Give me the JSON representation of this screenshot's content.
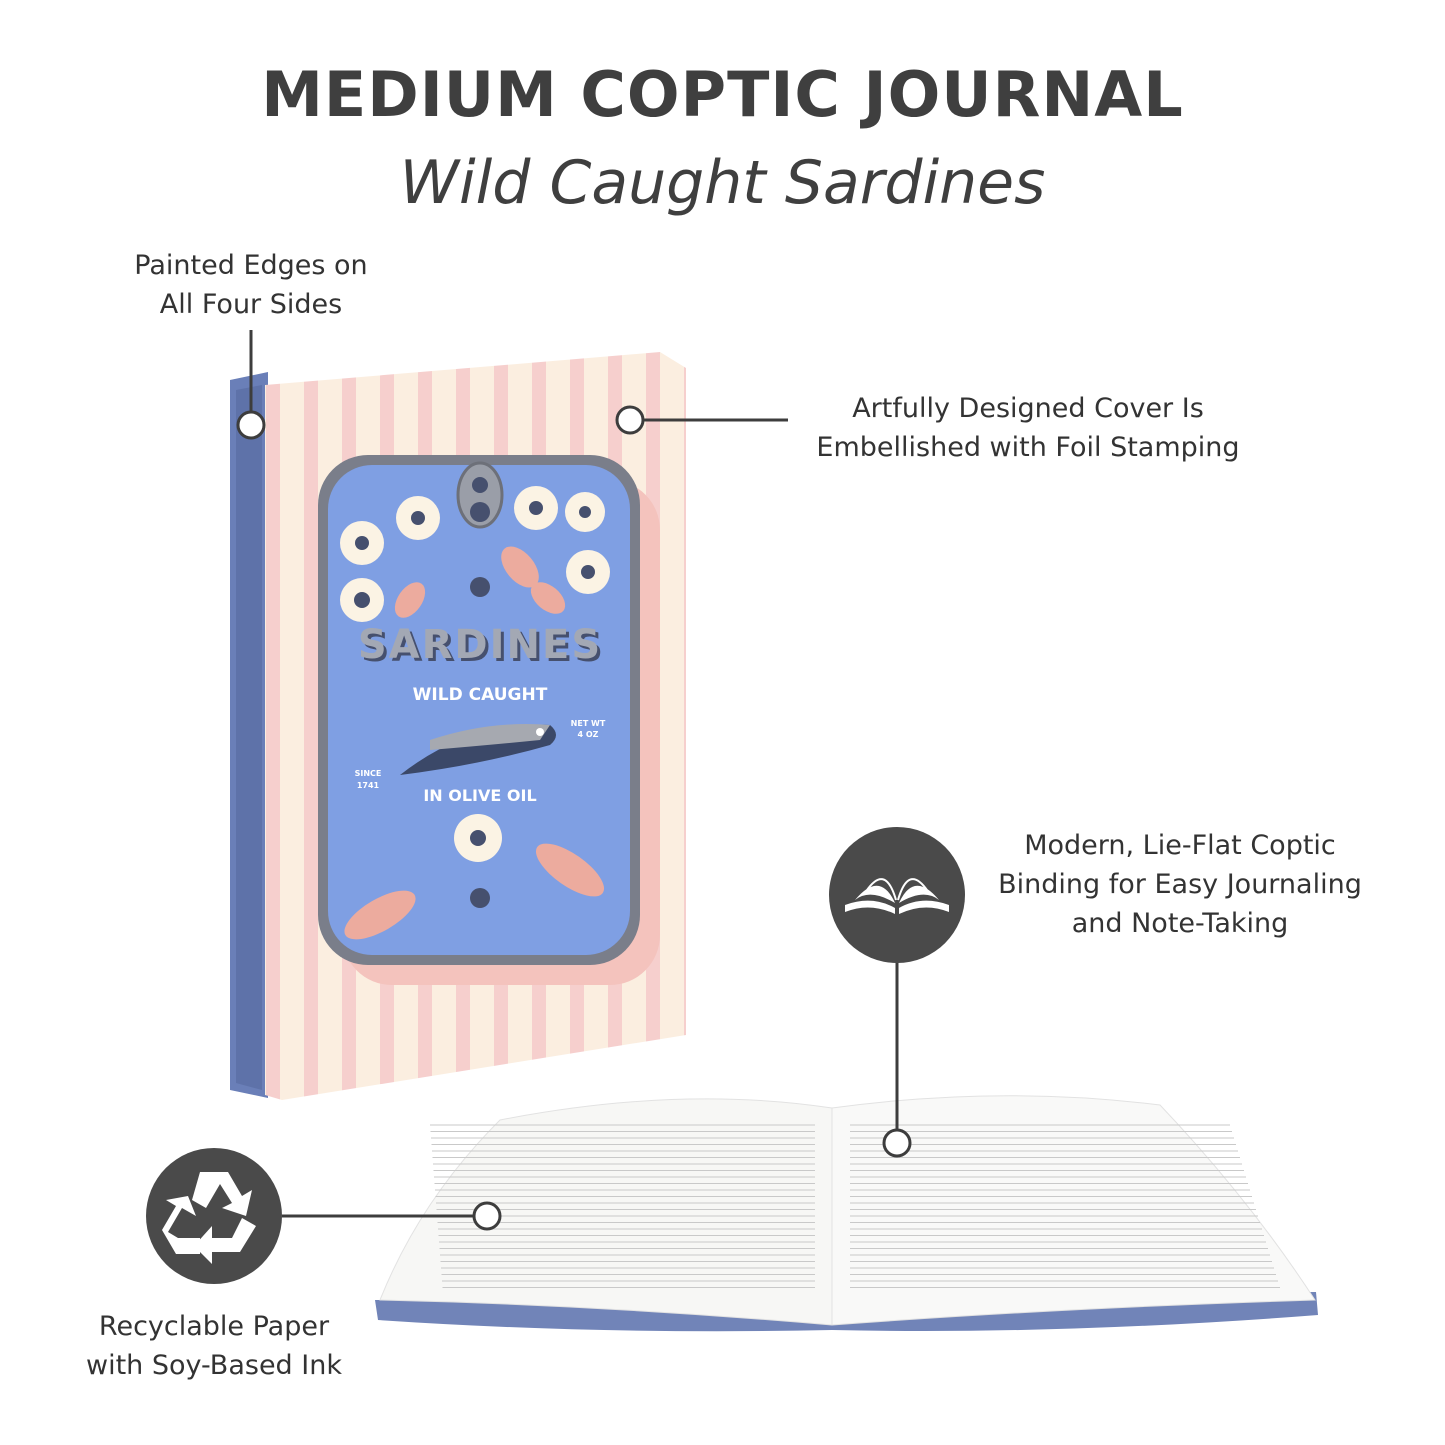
{
  "header": {
    "title": "MEDIUM COPTIC JOURNAL",
    "subtitle": "Wild Caught Sardines"
  },
  "features": [
    {
      "line1": "Painted Edges on",
      "line2": "All Four Sides"
    },
    {
      "line1": "Artfully Designed Cover Is",
      "line2": "Embellished with Foil Stamping"
    },
    {
      "line1": "Modern, Lie-Flat Coptic",
      "line2": "Binding for Easy Journaling",
      "line3": "and Note-Taking",
      "icon": "open-book-icon"
    },
    {
      "line1": "Recyclable Paper",
      "line2": "with Soy-Based Ink",
      "icon": "recycle-icon"
    }
  ],
  "cover": {
    "brand": "SARDINES",
    "tagline": "WILD CAUGHT",
    "net_wt": "NET WT",
    "net_wt_value": "4 OZ",
    "since": "SINCE",
    "since_year": "1741",
    "bottom": "IN OLIVE OIL"
  },
  "colors": {
    "text": "#3f3f3f",
    "icon_circle": "#4a4a4a",
    "cover_stripe_pink": "#f6cfcd",
    "cover_cream": "#fbeee0",
    "can_blue": "#7f9fe3",
    "edge_blue": "#6a7fb8"
  }
}
